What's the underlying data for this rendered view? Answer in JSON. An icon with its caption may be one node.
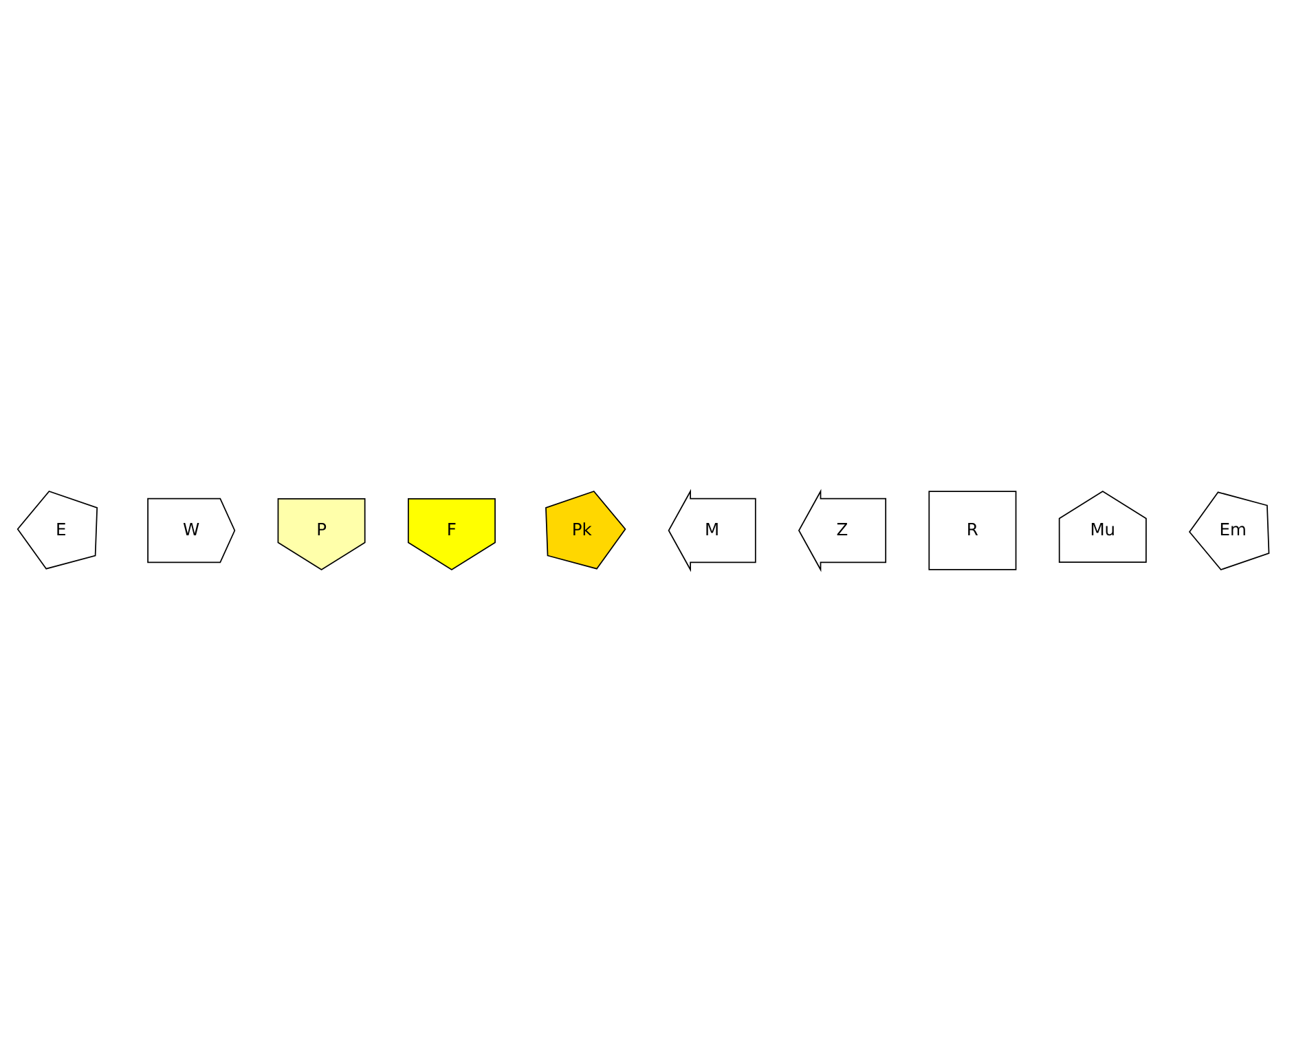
{
  "diagram": {
    "nodes": [
      {
        "text": [
          "E"
        ]
      },
      {
        "text": [
          "W"
        ]
      },
      {
        "text": [
          "P"
        ]
      },
      {
        "text": [
          "F"
        ]
      },
      {
        "text": [
          "Pk"
        ]
      },
      {
        "text": [
          "M"
        ]
      },
      {
        "text": [
          "Z"
        ]
      },
      {
        "text": [
          "R"
        ]
      },
      {
        "text": [
          "Mu"
        ]
      },
      {
        "text": [
          "Em"
        ]
      }
    ]
  }
}
